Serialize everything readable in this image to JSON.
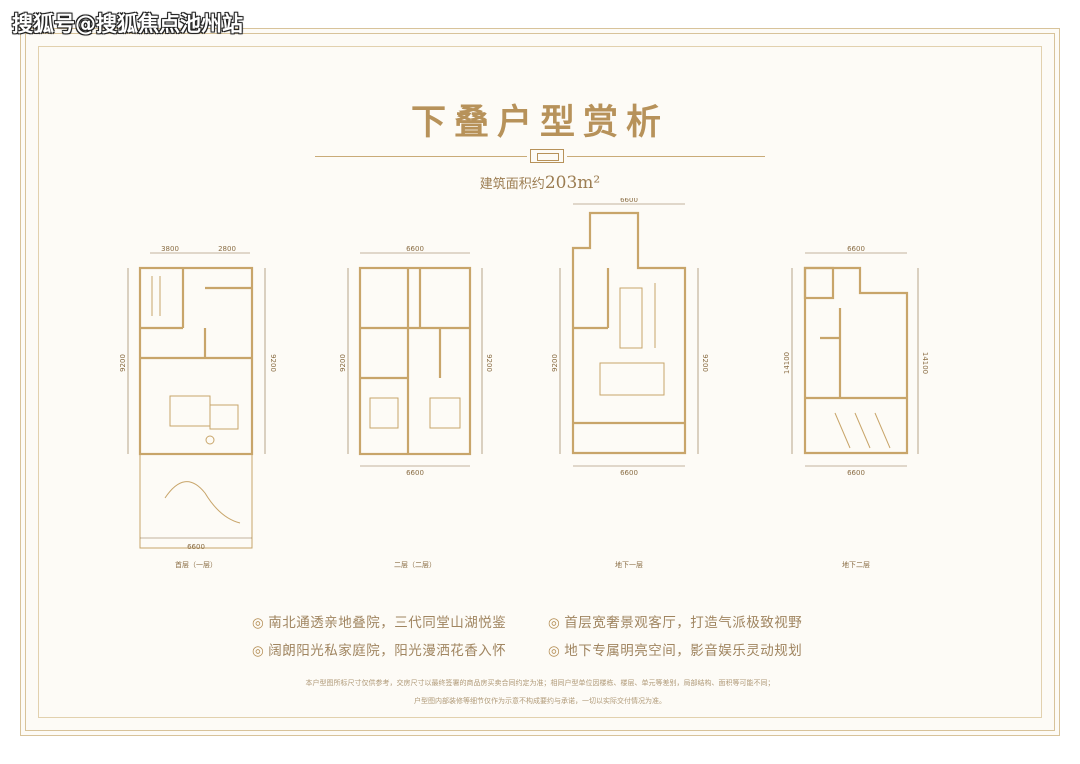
{
  "watermark": "搜狐号@搜狐焦点池州站",
  "title": "下叠户型赏析",
  "area": {
    "prefix": "建筑面积约",
    "value": "203m²"
  },
  "plans": [
    {
      "label": "首层（一层）",
      "dims": {
        "top_left": "3800",
        "top_right": "2800",
        "side_left": "9200",
        "side_right": "9200",
        "bottom": "6600"
      }
    },
    {
      "label": "二层（二层）",
      "dims": {
        "top": "6600",
        "side_left": "9200",
        "side_right": "9200",
        "bottom": "6600"
      }
    },
    {
      "label": "地下一层",
      "dims": {
        "top": "6600",
        "side_left": "9200",
        "side_right": "9200",
        "bottom": "6600"
      }
    },
    {
      "label": "地下二层",
      "dims": {
        "top": "6600",
        "side_left": "14100",
        "side_right": "14100",
        "bottom": "6600"
      }
    }
  ],
  "features": [
    "南北通透亲地叠院，三代同堂山湖悦鉴",
    "首层宽奢景观客厅，打造气派极致视野",
    "阔朗阳光私家庭院，阳光漫洒花香入怀",
    "地下专属明亮空间，影音娱乐灵动规划"
  ],
  "feature_mark": "◎",
  "notes": [
    "本户型图所标尺寸仅供参考，交房尺寸以最终签署的商品房买卖合同约定为准；相同户型单位因楼栋、楼层、单元等差别，局部结构、面积等可能不同；",
    "户型图内部装修等细节仅作为示意不构成要约与承诺，一切以实际交付情况为准。"
  ],
  "colors": {
    "gold": "#b7925a",
    "wall": "#c8a56a",
    "bg": "#fdfbf6"
  }
}
